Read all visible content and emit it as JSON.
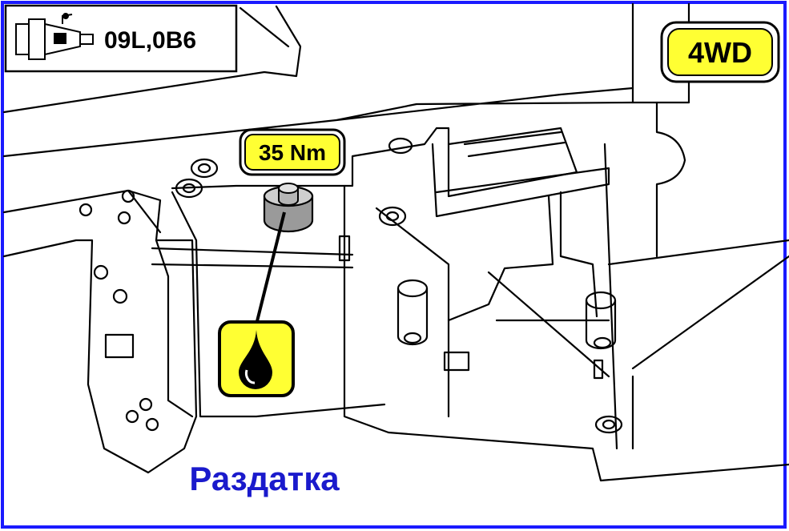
{
  "header": {
    "gearbox_codes": "09L,0B6",
    "icon": "gearbox-icon"
  },
  "badges": {
    "drive": "4WD",
    "torque": "35 Nm",
    "oil_icon": "oil-drop-icon"
  },
  "caption": {
    "text": "Раздатка"
  },
  "colors": {
    "frame": "#1a1aff",
    "badge_fill": "#ffff33",
    "caption": "#1a1acc",
    "line": "#000000"
  }
}
